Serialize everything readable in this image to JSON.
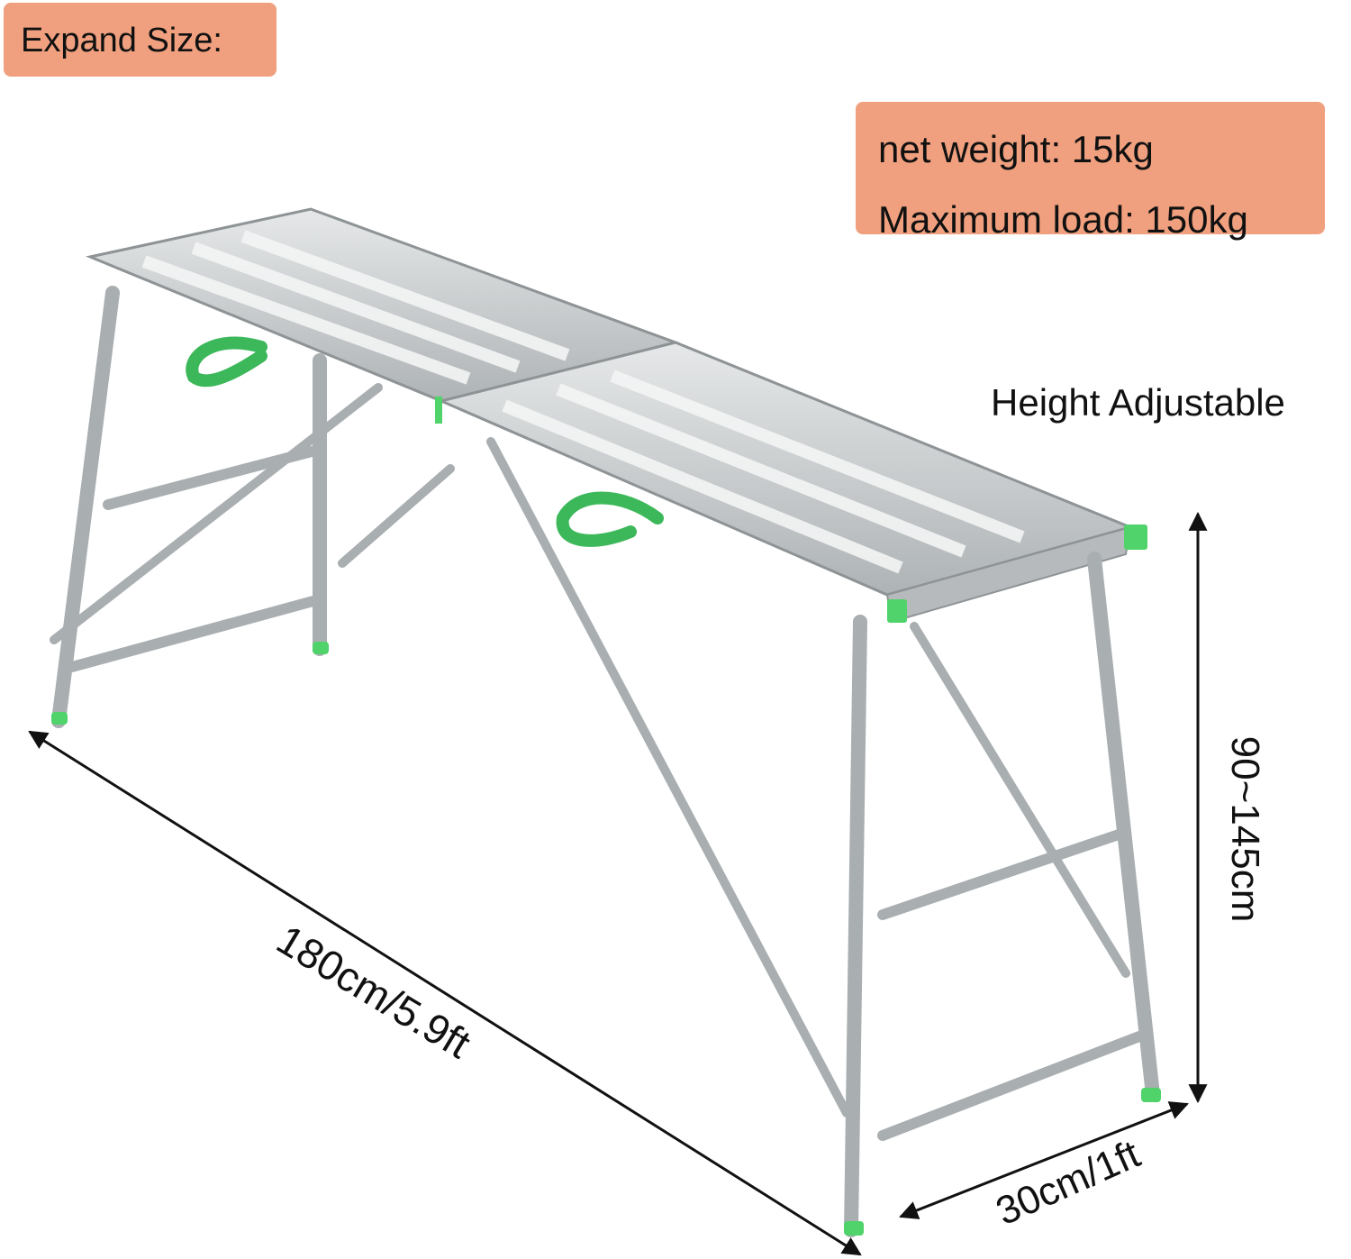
{
  "badges": {
    "expand": "Expand Size:",
    "net_weight": "net weight: 15kg",
    "max_load": "Maximum load: 150kg"
  },
  "labels": {
    "height_adjustable": "Height Adjustable",
    "length": "180cm/5.9ft",
    "width": "30cm/1ft",
    "height": "90~145cm"
  },
  "colors": {
    "badge": "#f0a07e",
    "metal": "#c9cccd",
    "metal_dark": "#9ea3a5",
    "strap": "#3cb85a",
    "foot": "#4fd36a"
  }
}
